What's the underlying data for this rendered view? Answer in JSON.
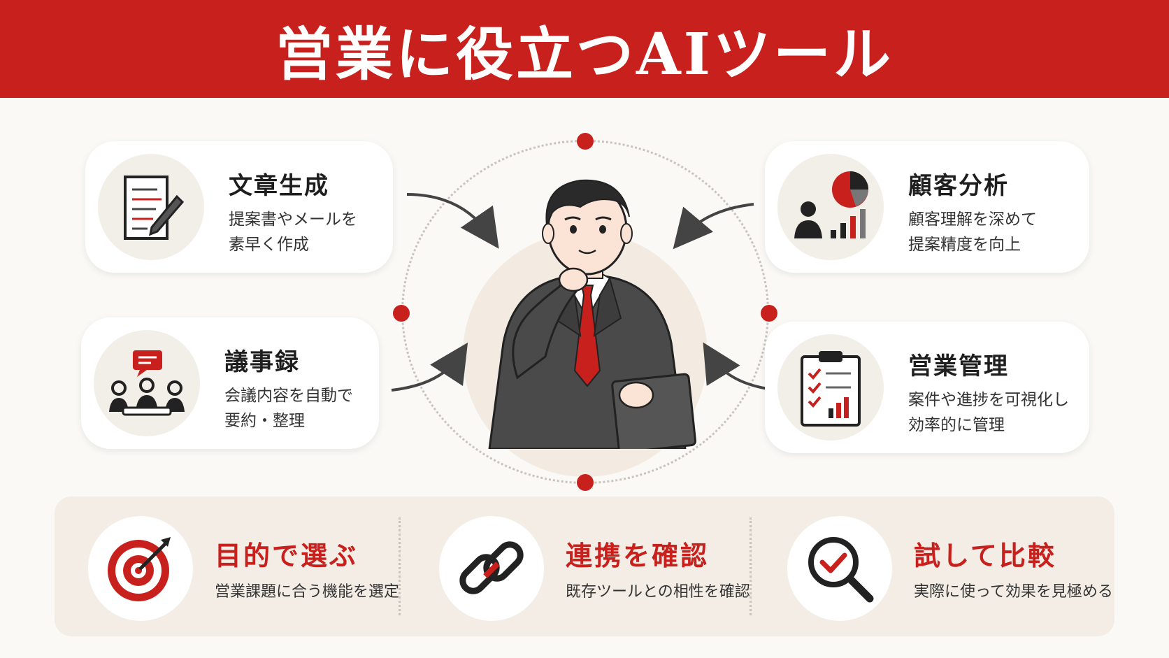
{
  "header": {
    "title": "営業に役立つAIツール"
  },
  "tools": [
    {
      "id": "writing",
      "title": "文章生成",
      "desc_line1": "提案書やメールを",
      "desc_line2": "素早く作成",
      "icon": "document-pen-icon"
    },
    {
      "id": "minutes",
      "title": "議事録",
      "desc_line1": "会議内容を自動で",
      "desc_line2": "要約・整理",
      "icon": "meeting-icon"
    },
    {
      "id": "analysis",
      "title": "顧客分析",
      "desc_line1": "顧客理解を深めて",
      "desc_line2": "提案精度を向上",
      "icon": "customer-chart-icon"
    },
    {
      "id": "management",
      "title": "営業管理",
      "desc_line1": "案件や進捗を可視化し",
      "desc_line2": "効率的に管理",
      "icon": "clipboard-checklist-icon"
    }
  ],
  "tips": [
    {
      "title": "目的で選ぶ",
      "desc": "営業課題に合う機能を選定",
      "icon": "target-icon"
    },
    {
      "title": "連携を確認",
      "desc": "既存ツールとの相性を確認",
      "icon": "chain-link-icon"
    },
    {
      "title": "試して比較",
      "desc": "実際に使って効果を見極める",
      "icon": "magnifier-check-icon"
    }
  ],
  "colors": {
    "accent": "#c8201d",
    "background": "#fbf9f5",
    "panel": "#f3ede6",
    "dark": "#2b2b2b"
  },
  "illustration": {
    "icon": "businessman-thinking-icon"
  }
}
